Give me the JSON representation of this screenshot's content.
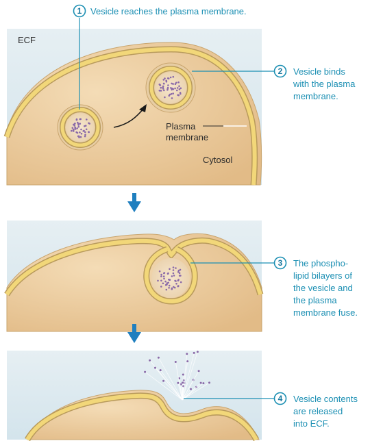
{
  "labels": {
    "ecf": "ECF",
    "cytosol": "Cytosol",
    "plasma_line1": "Plasma",
    "plasma_line2": "membrane"
  },
  "steps": [
    {
      "number": "1",
      "lines": [
        "Vesicle reaches the plasma membrane."
      ]
    },
    {
      "number": "2",
      "lines": [
        "Vesicle binds",
        "with the plasma",
        "membrane."
      ]
    },
    {
      "number": "3",
      "lines": [
        "The phospho-",
        "lipid bilayers of",
        "the vesicle and",
        "the plasma",
        "membrane fuse."
      ]
    },
    {
      "number": "4",
      "lines": [
        "Vesicle contents",
        "are released",
        "into ECF."
      ]
    }
  ],
  "colors": {
    "ecf_background": "#dbe9ef",
    "cell_fill": "#eccda0",
    "membrane": "#f2d779",
    "membrane_edge": "#b89a5c",
    "callout": "#1b8fb3",
    "arrow": "#1f7fbf",
    "particles": "#8a6aa8"
  },
  "icons": {
    "down_arrow": "down-arrow-icon",
    "curved_arrow": "curved-arrow-icon"
  }
}
